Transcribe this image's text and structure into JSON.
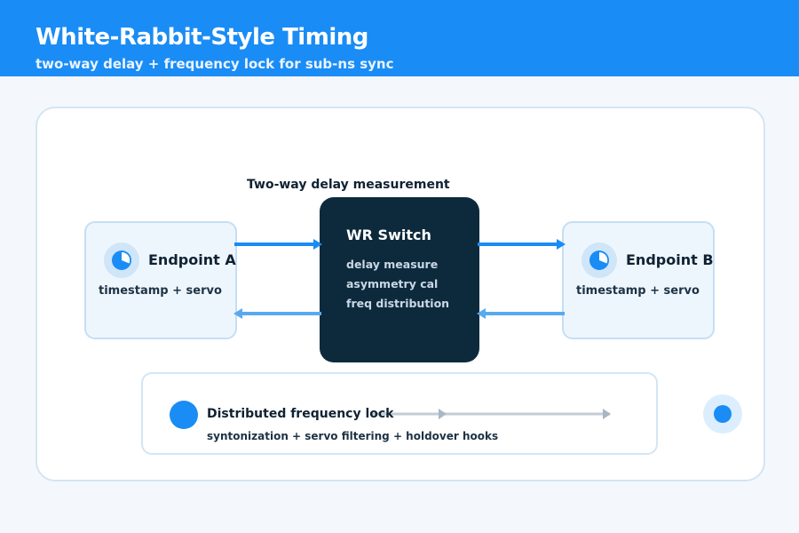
{
  "header": {
    "title": "White-Rabbit-Style Timing",
    "subtitle": "two-way delay + frequency lock for sub-ns sync"
  },
  "diagram": {
    "caption": "Two-way delay measurement",
    "endpoint_a": {
      "name": "Endpoint A",
      "description": "timestamp + servo",
      "icon": "clock-icon"
    },
    "endpoint_b": {
      "name": "Endpoint B",
      "description": "timestamp + servo",
      "icon": "clock-icon"
    },
    "switch": {
      "name": "WR Switch",
      "functions": [
        "delay measure",
        "asymmetry cal",
        "freq distribution"
      ]
    },
    "frequency_lock": {
      "title": "Distributed frequency lock",
      "description": "syntonization + servo filtering + holdover hooks"
    }
  },
  "colors": {
    "accent": "#1a8cf5",
    "switch_bg": "#0d2a3d",
    "endpoint_bg": "#eef6fd"
  }
}
